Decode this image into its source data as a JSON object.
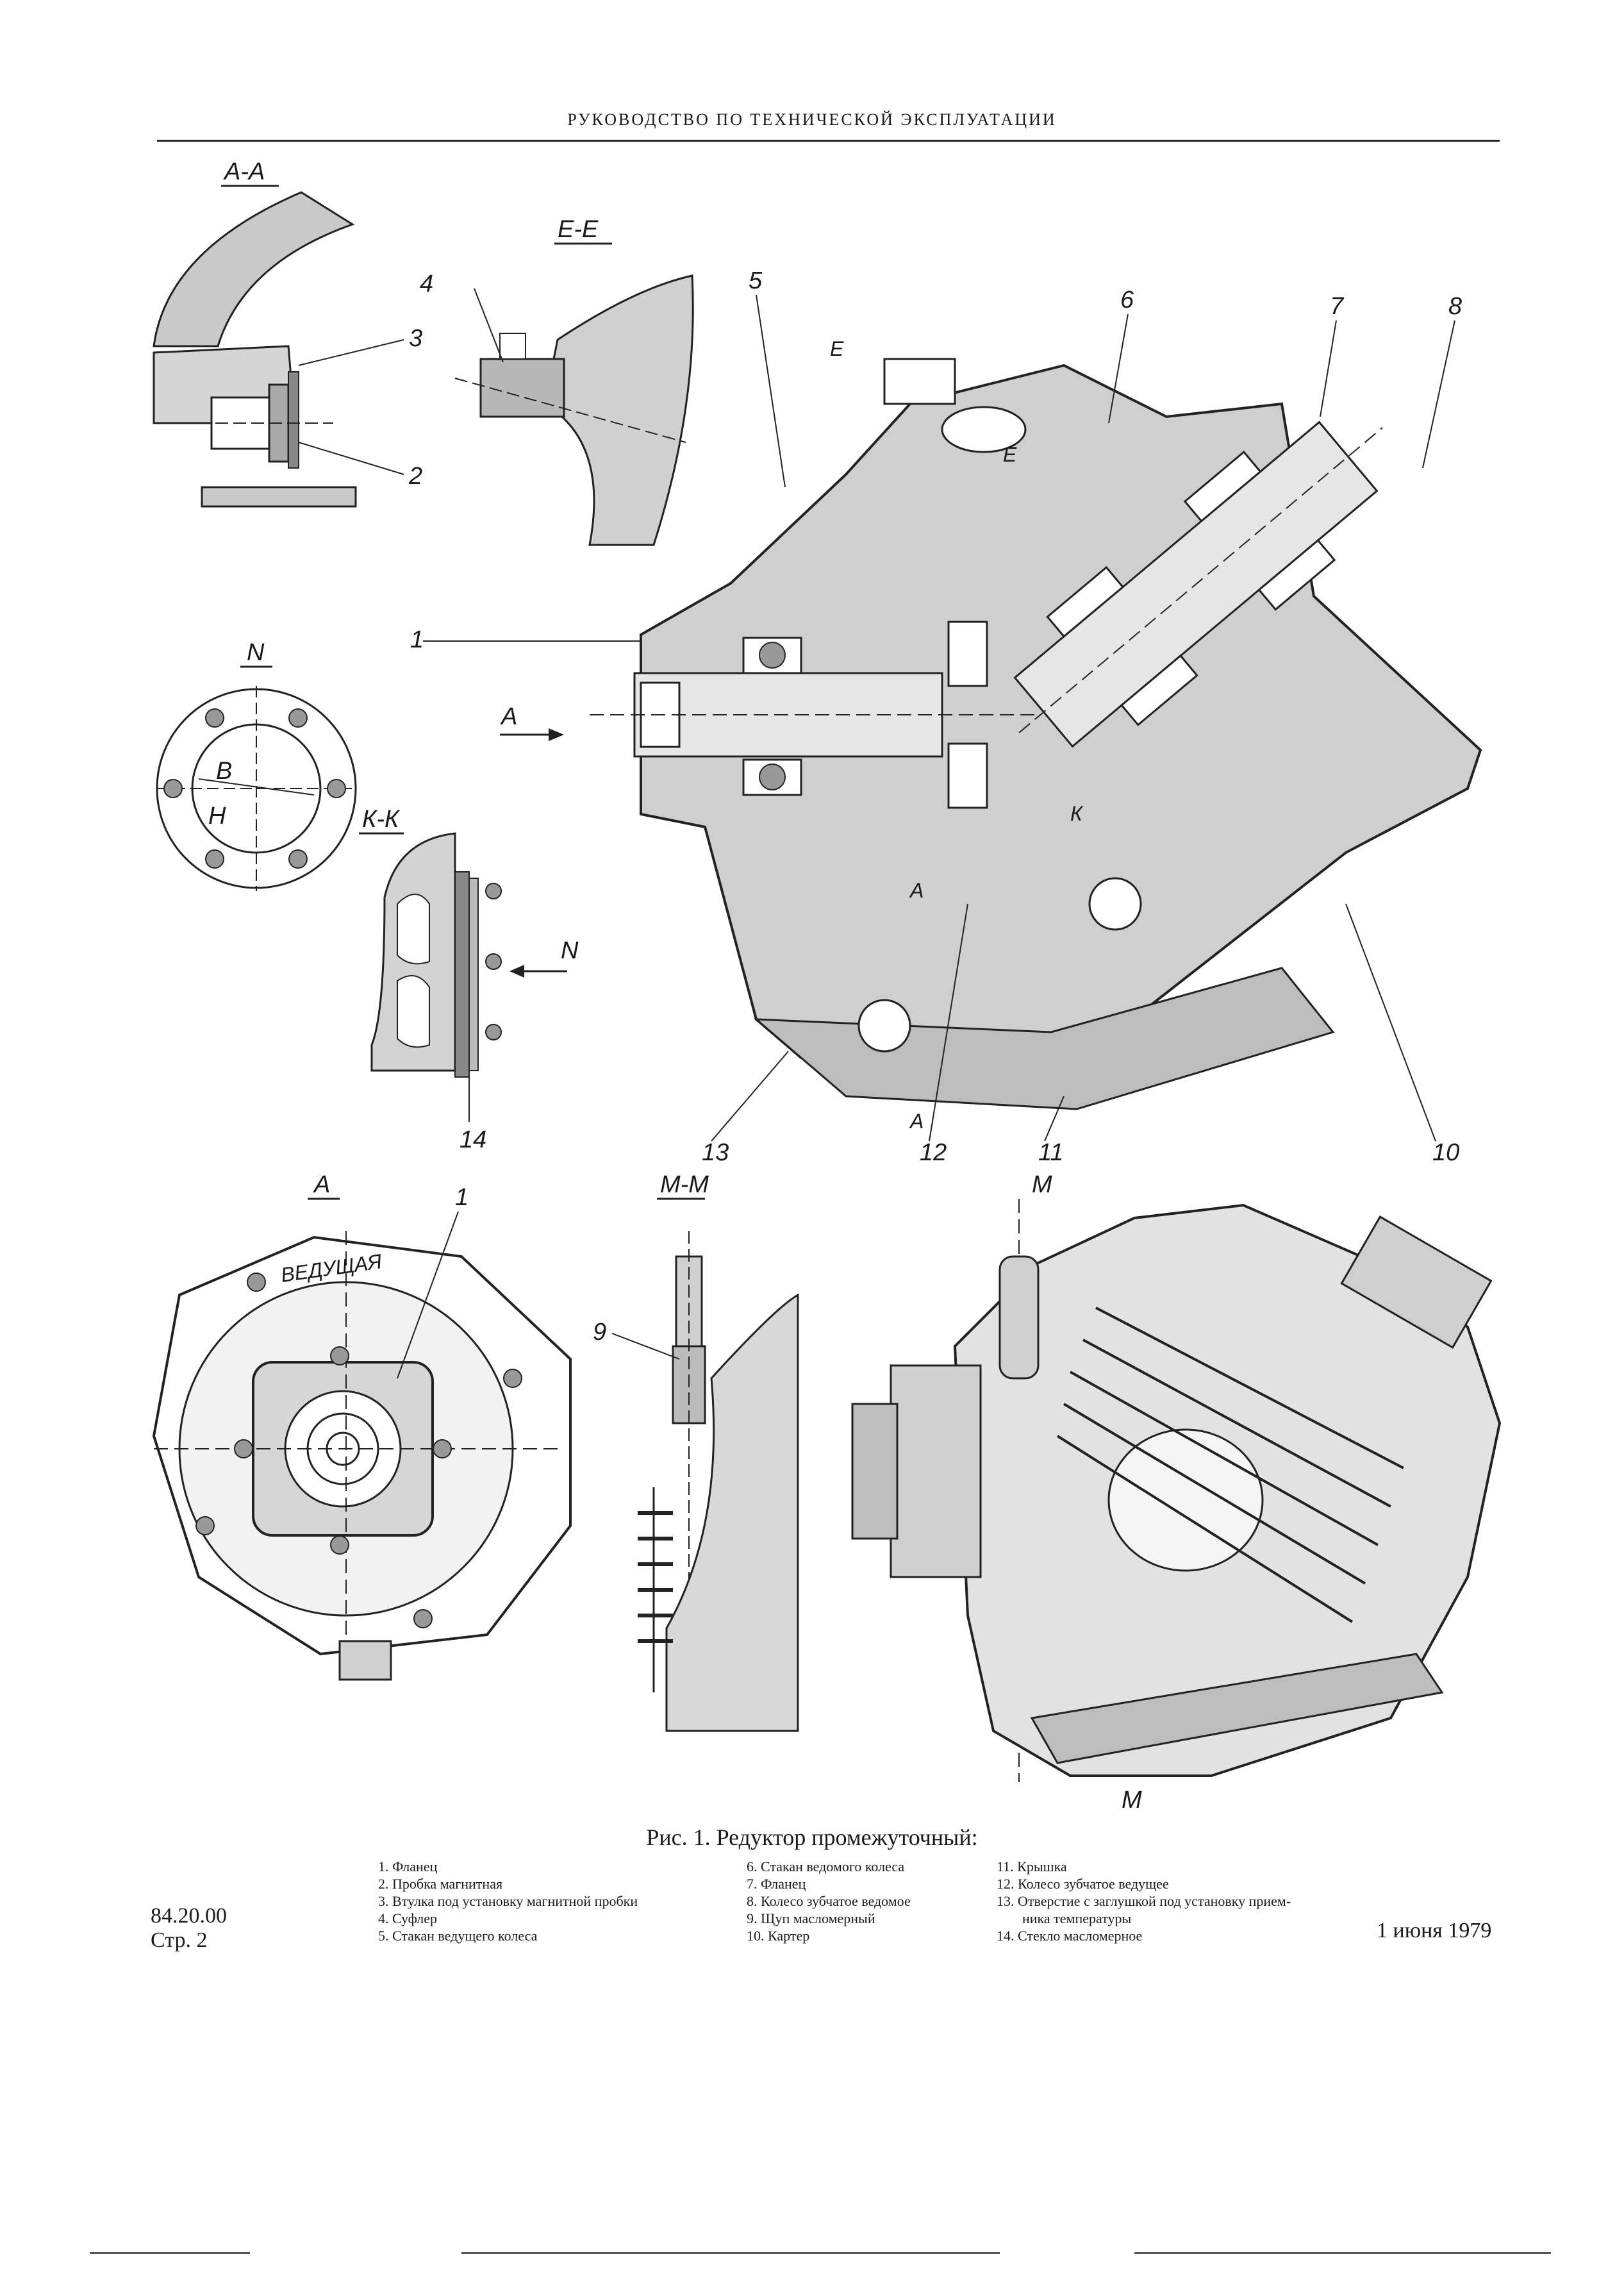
{
  "header": {
    "title": "РУКОВОДСТВО ПО ТЕХНИЧЕСКОЙ ЭКСПЛУАТАЦИИ"
  },
  "views": {
    "aa": "А-А",
    "ee": "Е-Е",
    "n": "N",
    "kk": "К-К",
    "a": "А",
    "mm": "М-М"
  },
  "markers": {
    "arrow_a": "А",
    "arrow_n": "N",
    "b": "В",
    "h": "Н",
    "e": "Е",
    "k": "К",
    "m": "М",
    "badge": "ВЕДУЩАЯ"
  },
  "callouts": [
    "1",
    "2",
    "3",
    "4",
    "5",
    "6",
    "7",
    "8",
    "9",
    "10",
    "11",
    "12",
    "13",
    "14"
  ],
  "caption": "Рис. 1. Редуктор промежуточный:",
  "legend": {
    "col1": [
      "1. Фланец",
      "2. Пробка магнитная",
      "3. Втулка под установку магнитной пробки",
      "4. Суфлер",
      "5. Стакан ведущего колеса"
    ],
    "col2": [
      "6. Стакан ведомого колеса",
      "7. Фланец",
      "8. Колесо зубчатое ведомое",
      "9. Щуп масломерный",
      "10. Картер"
    ],
    "col3": [
      "11. Крышка",
      "12. Колесо зубчатое ведущее",
      "13. Отверстие с заглушкой под установку прием-",
      "ника температуры",
      "14. Стекло масломерное"
    ]
  },
  "footer": {
    "code": "84.20.00",
    "page": "Стр. 2",
    "date": "1 июня 1979"
  }
}
